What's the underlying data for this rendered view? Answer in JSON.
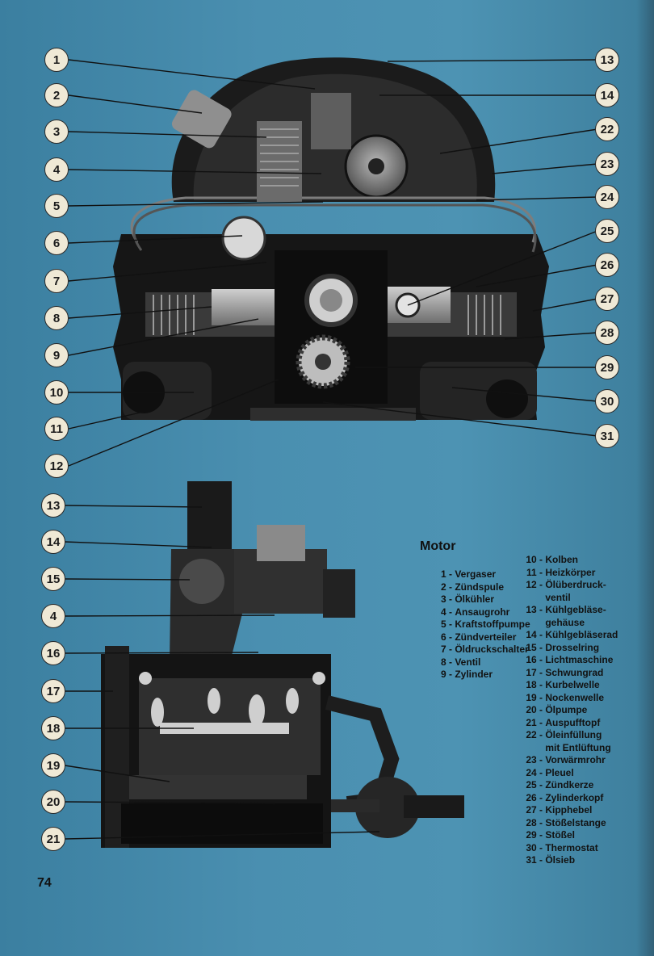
{
  "colors": {
    "paper": "#4a8fb0",
    "engine_dark": "#161616",
    "engine_mid": "#3d3d3d",
    "engine_light": "#8a8a8a",
    "callout_fill": "#efe9d6"
  },
  "callouts_top_left": [
    "1",
    "2",
    "3",
    "4",
    "5",
    "6",
    "7",
    "8",
    "9",
    "10",
    "11",
    "12"
  ],
  "callouts_top_right": [
    "13",
    "14",
    "22",
    "23",
    "24",
    "25",
    "26",
    "27",
    "28",
    "29",
    "30",
    "31"
  ],
  "callouts_bottom": [
    "13",
    "14",
    "15",
    "4",
    "16",
    "17",
    "18",
    "19",
    "20",
    "21"
  ],
  "legend": {
    "title": "Motor",
    "left": [
      {
        "num": "1 -",
        "text": "Vergaser"
      },
      {
        "num": "2 -",
        "text": "Zündspule"
      },
      {
        "num": "3 -",
        "text": "Ölkühler"
      },
      {
        "num": "4 -",
        "text": "Ansaugrohr"
      },
      {
        "num": "5 -",
        "text": "Kraftstoffpumpe"
      },
      {
        "num": "6 -",
        "text": "Zündverteiler"
      },
      {
        "num": "7 -",
        "text": "Öldruckschalter"
      },
      {
        "num": "8 -",
        "text": "Ventil"
      },
      {
        "num": "9 -",
        "text": "Zylinder"
      }
    ],
    "right": [
      {
        "num": "10 -",
        "text": "Kolben"
      },
      {
        "num": "11 -",
        "text": "Heizkörper"
      },
      {
        "num": "12 -",
        "text": "Ölüberdruck-\nventil"
      },
      {
        "num": "13 -",
        "text": "Kühlgebläse-\ngehäuse"
      },
      {
        "num": "14 -",
        "text": "Kühlgebläserad"
      },
      {
        "num": "15 -",
        "text": "Drosselring"
      },
      {
        "num": "16 -",
        "text": "Lichtmaschine"
      },
      {
        "num": "17 -",
        "text": "Schwungrad"
      },
      {
        "num": "18 -",
        "text": "Kurbelwelle"
      },
      {
        "num": "19 -",
        "text": "Nockenwelle"
      },
      {
        "num": "20 -",
        "text": "Ölpumpe"
      },
      {
        "num": "21 -",
        "text": "Auspufftopf"
      },
      {
        "num": "22 -",
        "text": "Öleinfüllung\nmit Entlüftung"
      },
      {
        "num": "23 -",
        "text": "Vorwärmrohr"
      },
      {
        "num": "24 -",
        "text": "Pleuel"
      },
      {
        "num": "25 -",
        "text": "Zündkerze"
      },
      {
        "num": "26 -",
        "text": "Zylinderkopf"
      },
      {
        "num": "27 -",
        "text": "Kipphebel"
      },
      {
        "num": "28 -",
        "text": "Stößelstange"
      },
      {
        "num": "29 -",
        "text": "Stößel"
      },
      {
        "num": "30 -",
        "text": "Thermostat"
      },
      {
        "num": "31 -",
        "text": "Ölsieb"
      }
    ]
  },
  "page_number": "74"
}
